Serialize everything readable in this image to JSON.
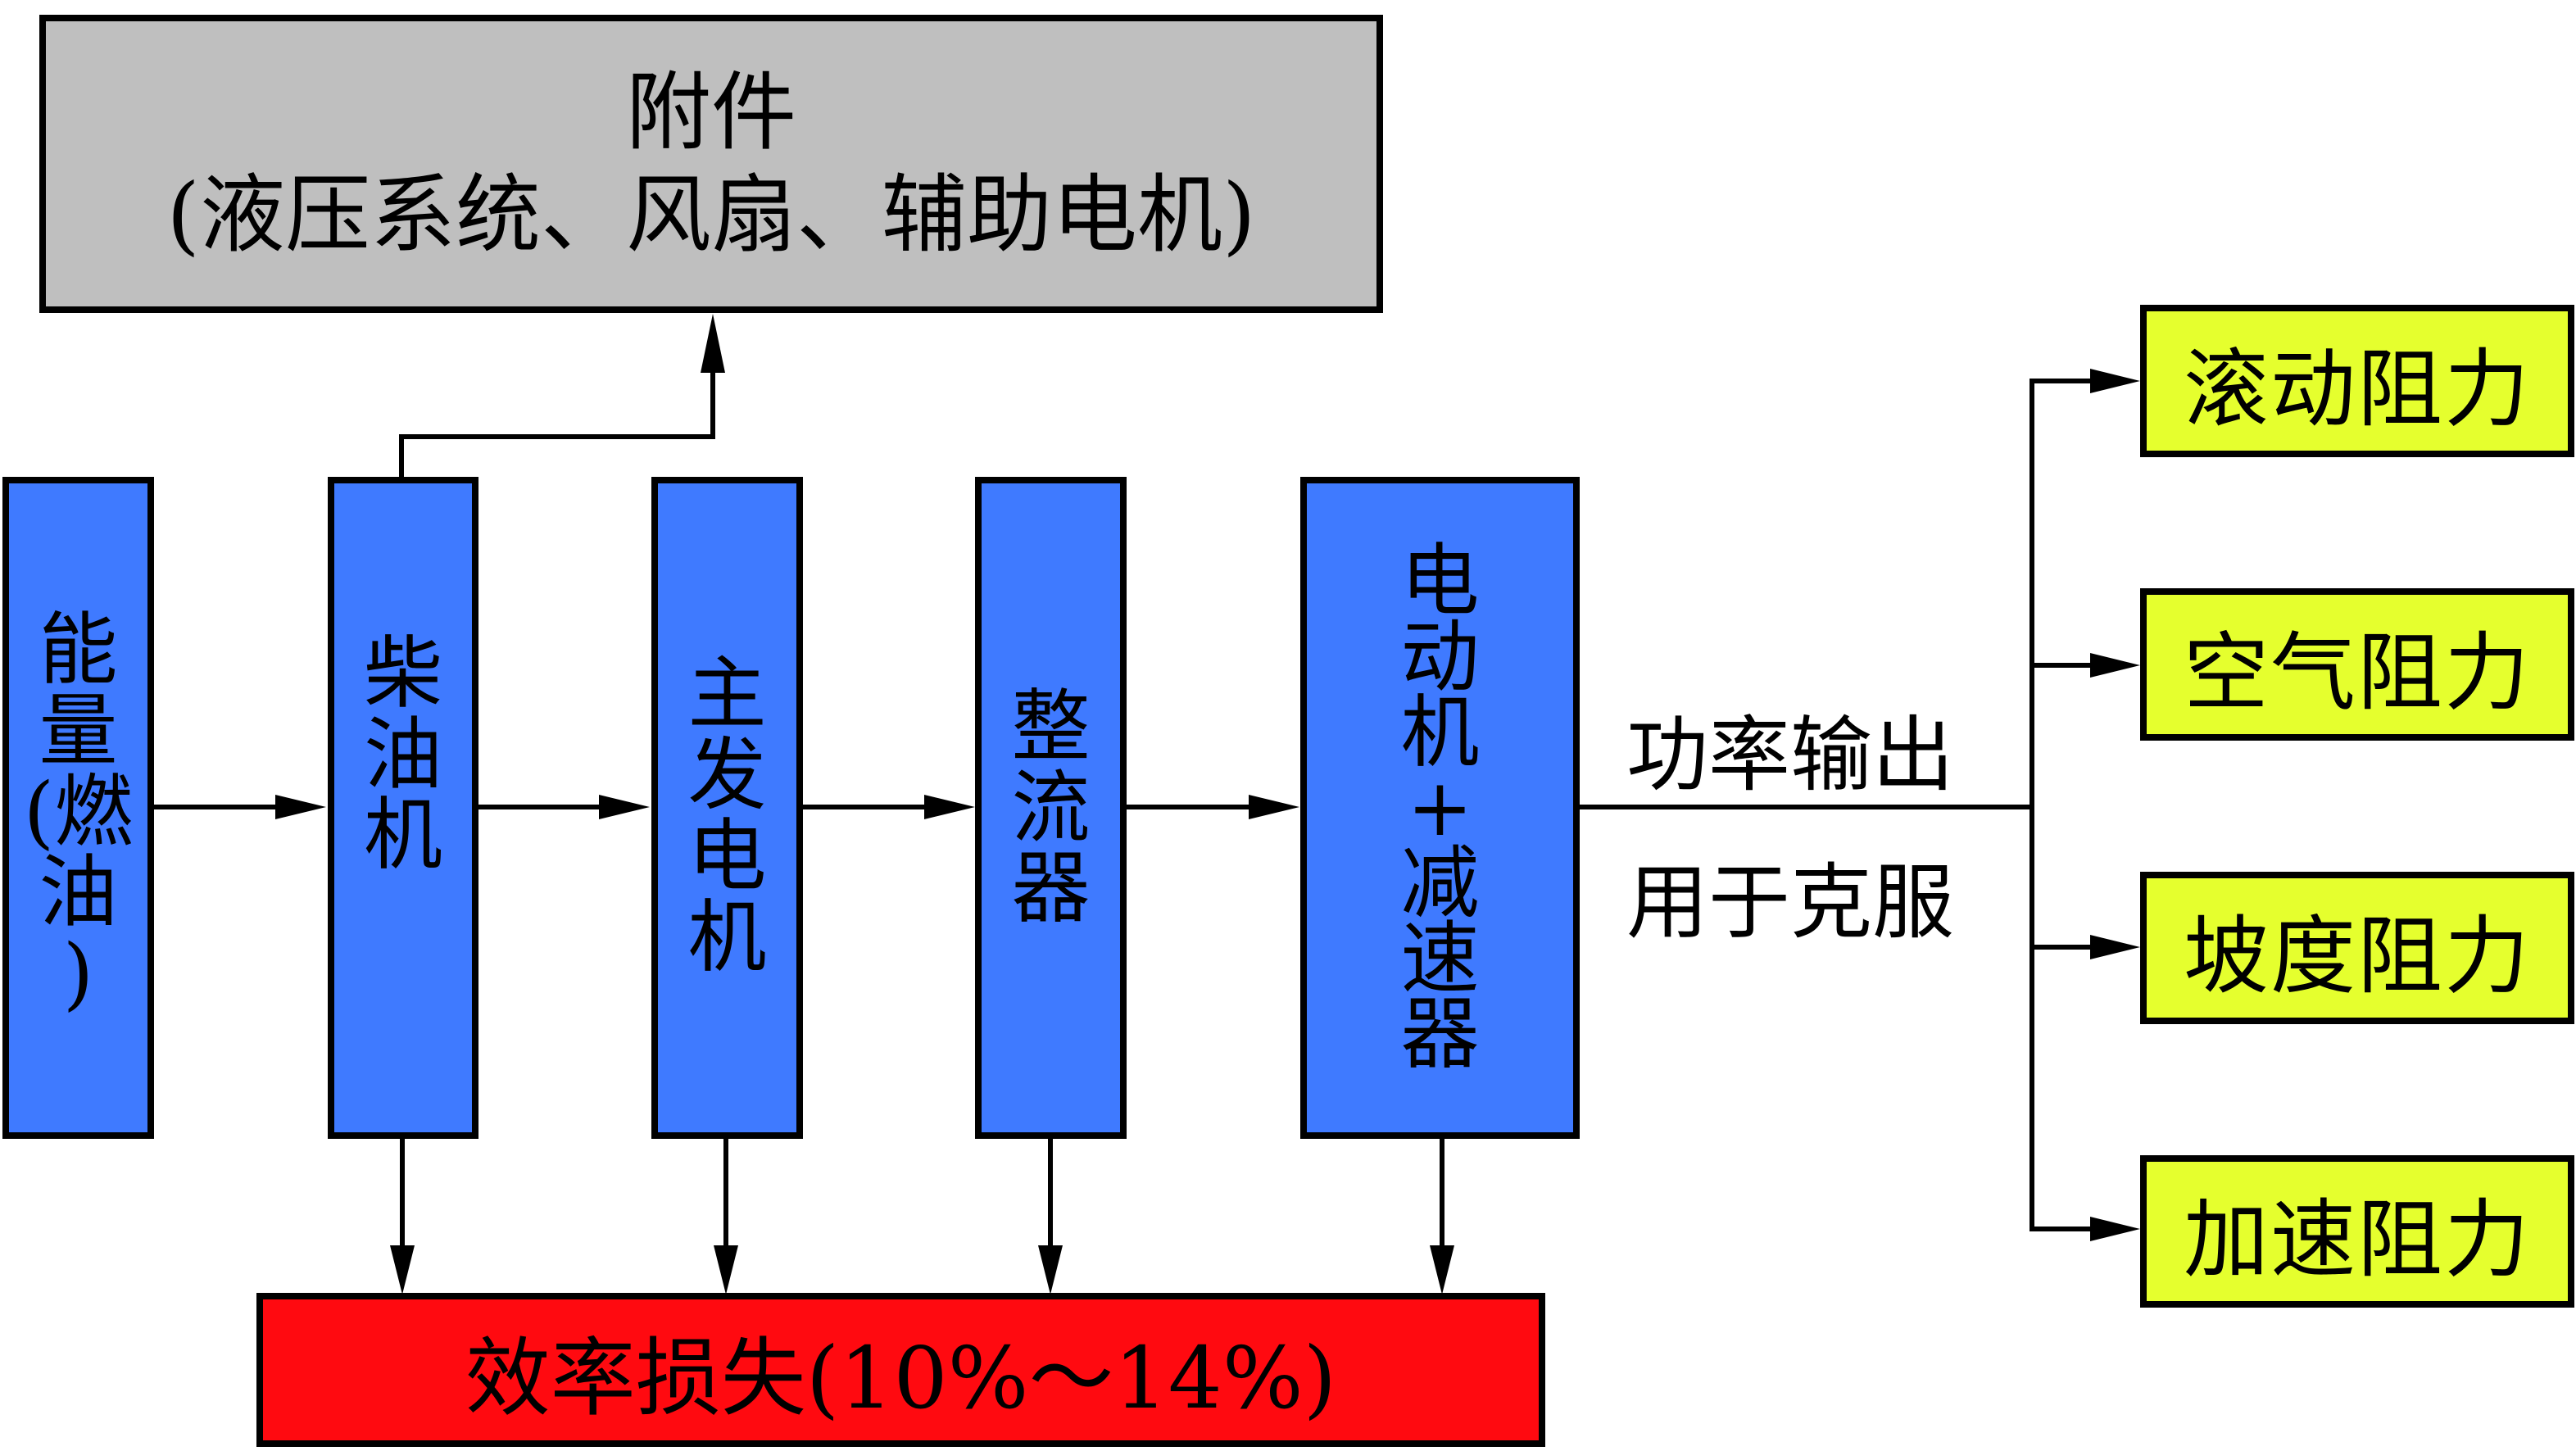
{
  "accessories": {
    "title": "附件",
    "subtitle": "(液压系统、风扇、辅助电机)"
  },
  "chain": [
    {
      "id": "energy",
      "chars": [
        "能",
        "量",
        "(燃",
        "油",
        ")"
      ]
    },
    {
      "id": "diesel-engine",
      "chars": [
        "柴",
        "油",
        "机"
      ]
    },
    {
      "id": "main-generator",
      "chars": [
        "主",
        "发",
        "电",
        "机"
      ]
    },
    {
      "id": "rectifier",
      "chars": [
        "整",
        "流",
        "器"
      ]
    },
    {
      "id": "motor-reducer",
      "chars": [
        "电",
        "动",
        "机",
        "+",
        "减",
        "速",
        "器"
      ]
    }
  ],
  "output_label": {
    "line1": "功率输出",
    "line2": "用于克服"
  },
  "resistances": [
    {
      "id": "rolling",
      "label": "滚动阻力"
    },
    {
      "id": "air",
      "label": "空气阻力"
    },
    {
      "id": "grade",
      "label": "坡度阻力"
    },
    {
      "id": "acceleration",
      "label": "加速阻力"
    }
  ],
  "loss": {
    "label": "效率损失(10%～14%)"
  },
  "colors": {
    "accessories_fill": "#bfbfbf",
    "chain_fill": "#3f7aff",
    "resistance_fill": "#e5ff2e",
    "loss_fill": "#ff0a10",
    "stroke": "#000000"
  }
}
